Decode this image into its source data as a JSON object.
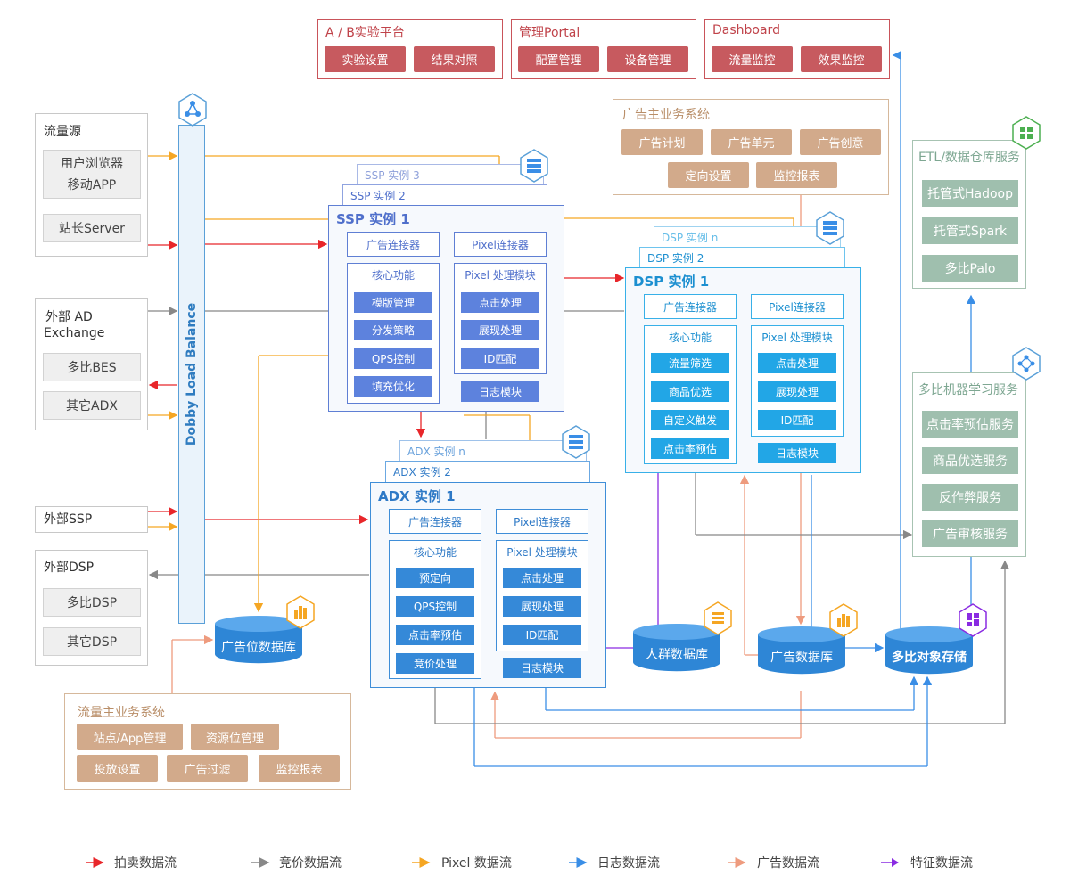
{
  "portals": {
    "ab": {
      "title": "A / B实验平台",
      "buttons": [
        "实验设置",
        "结果对照"
      ]
    },
    "admin": {
      "title": "管理Portal",
      "buttons": [
        "配置管理",
        "设备管理"
      ]
    },
    "dashboard": {
      "title": "Dashboard",
      "buttons": [
        "流量监控",
        "效果监控"
      ]
    }
  },
  "traffic_source": {
    "title": "流量源",
    "item1_line1": "用户浏览器",
    "item1_line2": "移动APP",
    "item2": "站长Server"
  },
  "external_adx": {
    "title_line1": "外部 AD",
    "title_line2": "Exchange",
    "items": [
      "多比BES",
      "其它ADX"
    ]
  },
  "external_ssp": {
    "title": "外部SSP"
  },
  "external_dsp": {
    "title": "外部DSP",
    "items": [
      "多比DSP",
      "其它DSP"
    ]
  },
  "load_balancer": {
    "label": "Dobby Load Balance"
  },
  "ssp": {
    "back2": "SSP 实例 3",
    "back1": "SSP 实例 2",
    "title": "SSP 实例 1",
    "ad_connector": "广告连接器",
    "pixel_connector": "Pixel连接器",
    "core_title": "核心功能",
    "core_items": [
      "模版管理",
      "分发策略",
      "QPS控制",
      "填充优化"
    ],
    "pixel_title": "Pixel 处理模块",
    "pixel_items": [
      "点击处理",
      "展现处理",
      "ID匹配"
    ],
    "log": "日志模块"
  },
  "dsp": {
    "back2": "DSP 实例 n",
    "back1": "DSP 实例 2",
    "title": "DSP 实例 1",
    "ad_connector": "广告连接器",
    "pixel_connector": "Pixel连接器",
    "core_title": "核心功能",
    "core_items": [
      "流量筛选",
      "商品优选",
      "自定义触发",
      "点击率预估"
    ],
    "pixel_title": "Pixel 处理模块",
    "pixel_items": [
      "点击处理",
      "展现处理",
      "ID匹配"
    ],
    "log": "日志模块"
  },
  "adx": {
    "back2": "ADX 实例 n",
    "back1": "ADX 实例 2",
    "title": "ADX 实例 1",
    "ad_connector": "广告连接器",
    "pixel_connector": "Pixel连接器",
    "core_title": "核心功能",
    "core_items": [
      "预定向",
      "QPS控制",
      "点击率预估",
      "竞价处理"
    ],
    "pixel_title": "Pixel 处理模块",
    "pixel_items": [
      "点击处理",
      "展现处理",
      "ID匹配"
    ],
    "log": "日志模块"
  },
  "ad_business": {
    "title": "广告主业务系统",
    "row1": [
      "广告计划",
      "广告单元",
      "广告创意"
    ],
    "row2": [
      "定向设置",
      "监控报表"
    ]
  },
  "traffic_business": {
    "title": "流量主业务系统",
    "row1": [
      "站点/App管理",
      "资源位管理"
    ],
    "row2": [
      "投放设置",
      "广告过滤",
      "监控报表"
    ]
  },
  "etl": {
    "title": "ETL/数据仓库服务",
    "items": [
      "托管式Hadoop",
      "托管式Spark",
      "多比Palo"
    ]
  },
  "ml": {
    "title": "多比机器学习服务",
    "items": [
      "点击率预估服务",
      "商品优选服务",
      "反作弊服务",
      "广告审核服务"
    ]
  },
  "databases": {
    "adslot": "广告位数据库",
    "audience": "人群数据库",
    "ad": "广告数据库",
    "object_storage": "多比对象存储"
  },
  "legend": [
    "拍卖数据流",
    "竞价数据流",
    "Pixel 数据流",
    "日志数据流",
    "广告数据流",
    "特征数据流"
  ],
  "colors": {
    "auction": "#e8262a",
    "bidding": "#888888",
    "pixel": "#f5a623",
    "log": "#3a8ee6",
    "ad": "#ee9b7e",
    "feature": "#8a2be2"
  }
}
